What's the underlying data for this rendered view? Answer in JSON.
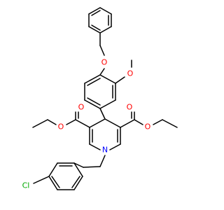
{
  "molecule": {
    "colors": {
      "bond": "#000000",
      "oxygen": "#ff0000",
      "nitrogen": "#0000ff",
      "chlorine": "#00aa00",
      "background": "#ffffff"
    },
    "atoms": {
      "o_benzyloxy": "O",
      "o_methoxy": "O",
      "o_carbonyl_left": "O",
      "o_ester_left": "O",
      "o_carbonyl_right": "O",
      "o_ester_right": "O",
      "n_ring": "N",
      "cl": "Cl"
    }
  }
}
